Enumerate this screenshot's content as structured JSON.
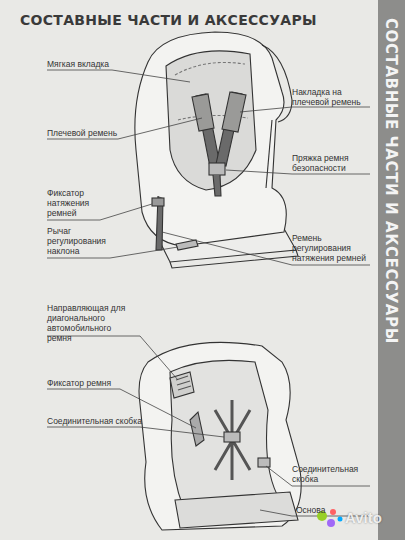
{
  "diagram": {
    "title": "СОСТАВНЫЕ ЧАСТИ И АКСЕССУАРЫ",
    "nodes": [
      {
        "text": [
          "СОСТАВНЫЕ ЧАСТИ И АКСЕССУАРЫ"
        ]
      }
    ],
    "labels": [
      "Мягкая вкладка",
      "Накладка на плечевой ремень",
      "Плечевой ремень",
      "Пряжка ремня безопасности",
      "Фиксатор натяжения ремней",
      "Рычаг регулирования наклона",
      "Ремень регулирования натяжения ремней",
      "Направляющая для диагонального автомобильного ремня",
      "Фиксатор ремня",
      "Соединительная скобка",
      "Соединительная скобка",
      "Основа",
      "Avito"
    ]
  }
}
